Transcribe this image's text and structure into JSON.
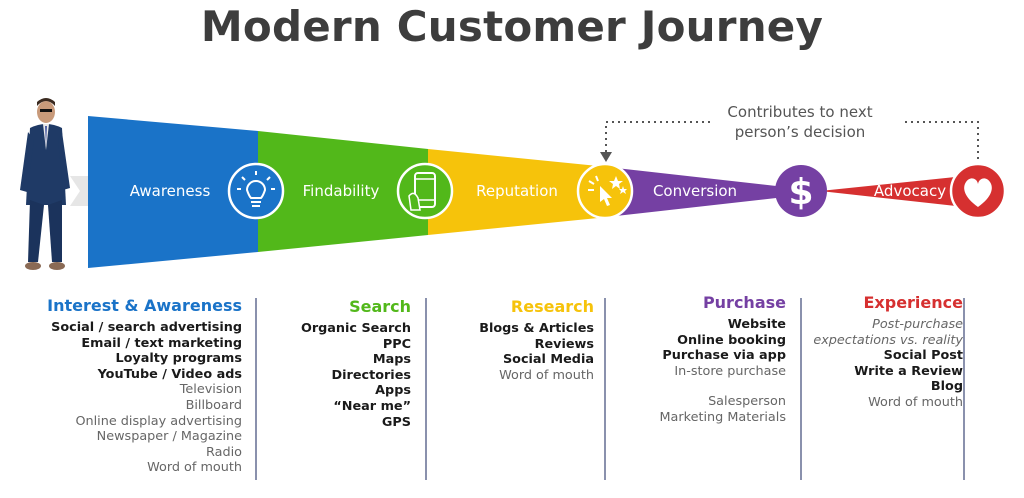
{
  "title": "Modern Customer Journey",
  "note_lines": [
    "Contributes to next",
    "person’s decision"
  ],
  "stages": [
    "Awareness",
    "Findability",
    "Reputation",
    "Conversion",
    "Advocacy"
  ],
  "colors": {
    "awareness": "#1a73c8",
    "findability": "#52b81a",
    "reputation": "#f6c30b",
    "conversion": "#7540a3",
    "advocacy": "#d63030"
  },
  "icons": [
    "person-icon",
    "lightbulb-icon",
    "smartphone-icon",
    "click-star-icon",
    "dollar-icon",
    "heart-icon"
  ],
  "columns": [
    {
      "heading": "Interest & Awareness",
      "items": [
        {
          "text": "Social / search advertising",
          "style": "bold"
        },
        {
          "text": "Email / text marketing",
          "style": "bold"
        },
        {
          "text": "Loyalty programs",
          "style": "bold"
        },
        {
          "text": "YouTube / Video ads",
          "style": "bold"
        },
        {
          "text": "Television",
          "style": "normal"
        },
        {
          "text": "Billboard",
          "style": "normal"
        },
        {
          "text": "Online display advertising",
          "style": "normal"
        },
        {
          "text": "Newspaper / Magazine",
          "style": "normal"
        },
        {
          "text": "Radio",
          "style": "normal"
        },
        {
          "text": "Word of mouth",
          "style": "normal"
        }
      ]
    },
    {
      "heading": "Search",
      "items": [
        {
          "text": "Organic Search",
          "style": "bold"
        },
        {
          "text": "PPC",
          "style": "bold"
        },
        {
          "text": "Maps",
          "style": "bold"
        },
        {
          "text": "Directories",
          "style": "bold"
        },
        {
          "text": "Apps",
          "style": "bold"
        },
        {
          "text": "“Near me”",
          "style": "bold"
        },
        {
          "text": "GPS",
          "style": "bold"
        }
      ]
    },
    {
      "heading": "Research",
      "items": [
        {
          "text": "Blogs & Articles",
          "style": "bold"
        },
        {
          "text": "Reviews",
          "style": "bold"
        },
        {
          "text": "Social Media",
          "style": "bold"
        },
        {
          "text": "Word of mouth",
          "style": "normal"
        }
      ]
    },
    {
      "heading": "Purchase",
      "items": [
        {
          "text": "Website",
          "style": "bold"
        },
        {
          "text": "Online booking",
          "style": "bold"
        },
        {
          "text": "Purchase via app",
          "style": "bold"
        },
        {
          "text": "In-store purchase",
          "style": "normal"
        },
        {
          "text": "",
          "style": "gap"
        },
        {
          "text": "Salesperson",
          "style": "normal"
        },
        {
          "text": "Marketing Materials",
          "style": "normal"
        }
      ]
    },
    {
      "heading": "Experience",
      "items": [
        {
          "text": "Post-purchase",
          "style": "italic"
        },
        {
          "text": "expectations vs. reality",
          "style": "italic"
        },
        {
          "text": "Social Post",
          "style": "bold"
        },
        {
          "text": "Write a Review",
          "style": "bold"
        },
        {
          "text": "Blog",
          "style": "bold"
        },
        {
          "text": "Word of mouth",
          "style": "normal"
        }
      ]
    }
  ]
}
